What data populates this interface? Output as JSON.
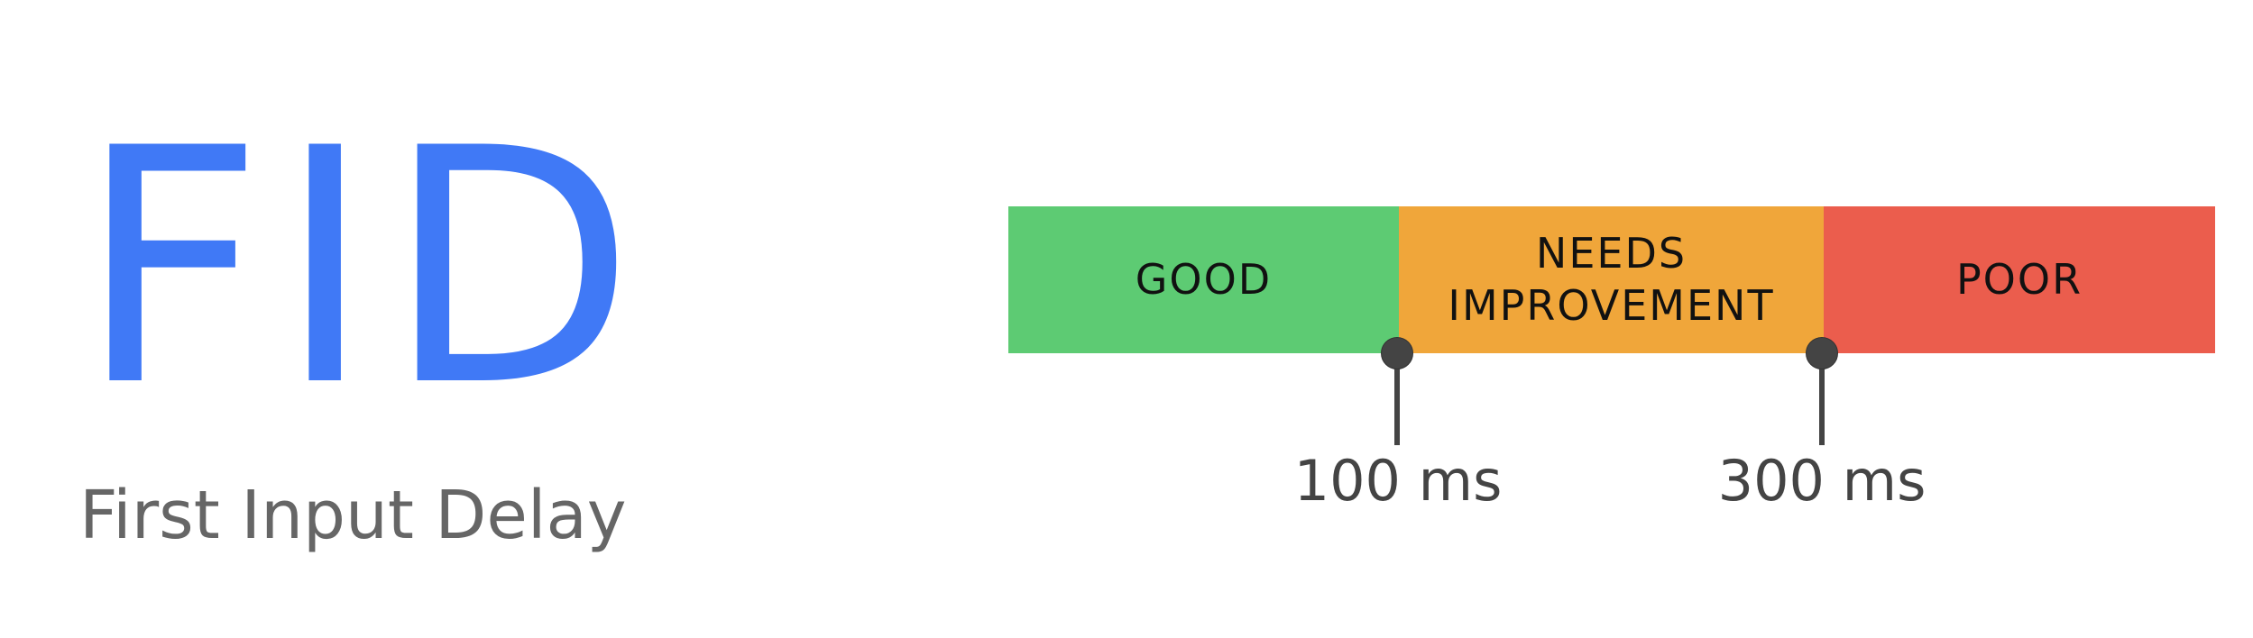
{
  "metric": {
    "acronym": "FID",
    "full_name": "First Input Delay",
    "acronym_color": "#4079F6"
  },
  "scale": {
    "segments": [
      {
        "label": "GOOD",
        "color": "#5DCB73"
      },
      {
        "label": "NEEDS IMPROVEMENT",
        "line1": "NEEDS",
        "line2": "IMPROVEMENT",
        "color": "#F0A63A"
      },
      {
        "label": "POOR",
        "color": "#EB5D4D"
      }
    ],
    "thresholds": [
      {
        "value": 100,
        "label": "100 ms"
      },
      {
        "value": 300,
        "label": "300 ms"
      }
    ],
    "marker_color": "#444444"
  }
}
